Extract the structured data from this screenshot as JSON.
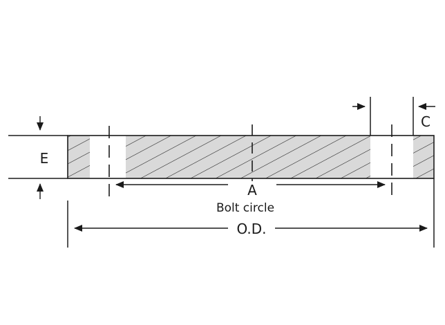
{
  "labels": {
    "thickness": "E",
    "bolt_circle_dim": "A",
    "bolt_circle_caption": "Bolt circle",
    "outer_diameter": "O.D.",
    "hole_offset": "C"
  },
  "colors": {
    "section_fill": "#d9d9d9",
    "line": "#1a1a1a",
    "background": "#ffffff"
  }
}
